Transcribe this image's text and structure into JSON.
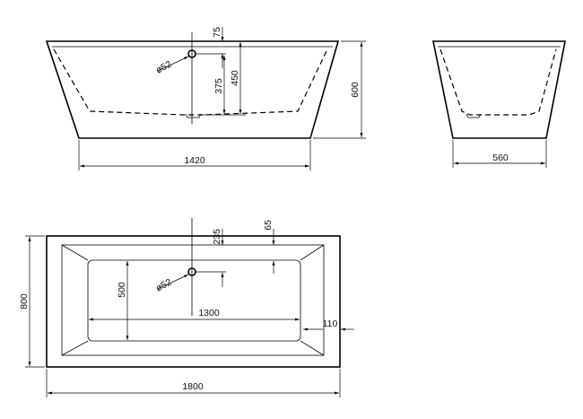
{
  "front_view": {
    "width_label": "1420",
    "height_label": "600",
    "overflow_height_label": "450",
    "drain_height_label": "375",
    "overflow_offset_label": "75",
    "overflow_diameter_label": "ø52"
  },
  "side_view": {
    "depth_label": "560"
  },
  "top_view": {
    "length_label": "1800",
    "width_label": "800",
    "inner_length_label": "1300",
    "inner_width_label": "500",
    "overflow_offset_label": "235",
    "rim_label": "65",
    "end_rim_label": "110",
    "overflow_diameter_label": "ø52"
  }
}
